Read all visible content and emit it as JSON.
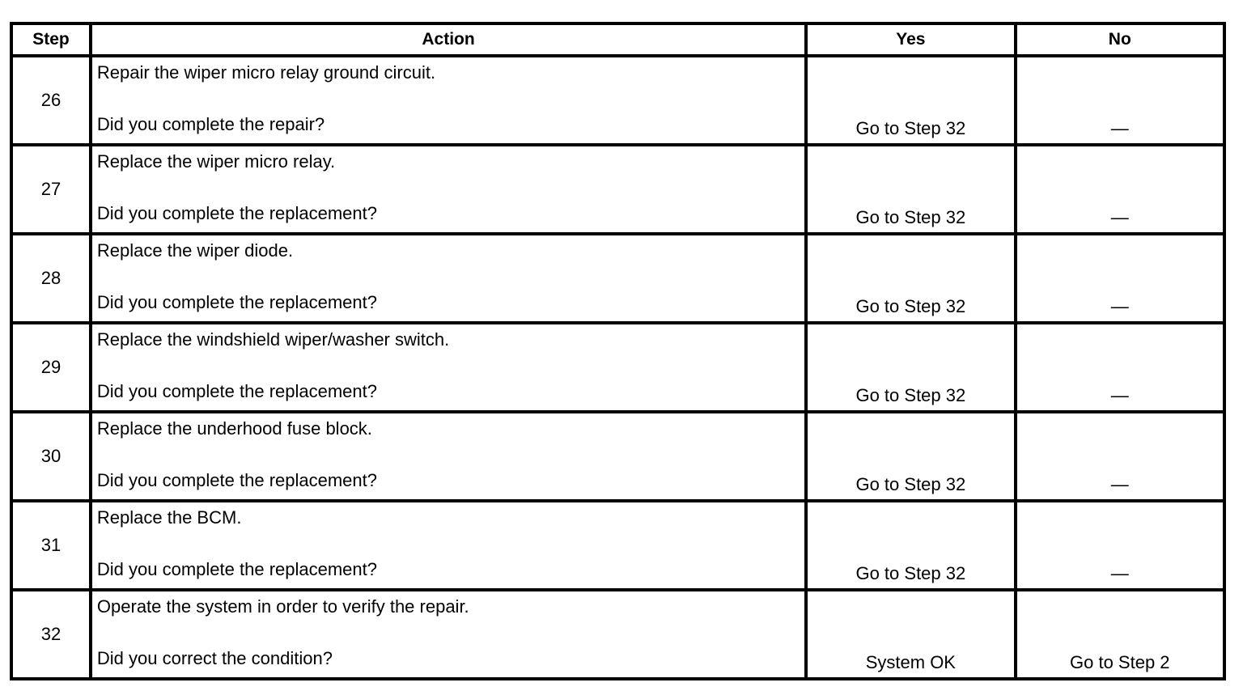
{
  "table": {
    "headers": {
      "step": "Step",
      "action": "Action",
      "yes": "Yes",
      "no": "No"
    },
    "rows": [
      {
        "step": "26",
        "action": "Repair the wiper micro relay ground circuit.",
        "question": "Did you complete the repair?",
        "yes": "Go to Step 32",
        "no": "—"
      },
      {
        "step": "27",
        "action": "Replace the wiper micro relay.",
        "question": "Did you complete the replacement?",
        "yes": "Go to Step 32",
        "no": "—"
      },
      {
        "step": "28",
        "action": "Replace the wiper diode.",
        "question": "Did you complete the replacement?",
        "yes": "Go to Step 32",
        "no": "—"
      },
      {
        "step": "29",
        "action": "Replace the windshield wiper/washer switch.",
        "question": "Did you complete the replacement?",
        "yes": "Go to Step 32",
        "no": "—"
      },
      {
        "step": "30",
        "action": "Replace the underhood fuse block.",
        "question": "Did you complete the replacement?",
        "yes": "Go to Step 32",
        "no": "—"
      },
      {
        "step": "31",
        "action": "Replace the BCM.",
        "question": "Did you complete the replacement?",
        "yes": "Go to Step 32",
        "no": "—"
      },
      {
        "step": "32",
        "action": "Operate the system in order to verify the repair.",
        "question": "Did you correct the condition?",
        "yes": "System OK",
        "no": "Go to Step 2"
      }
    ]
  }
}
